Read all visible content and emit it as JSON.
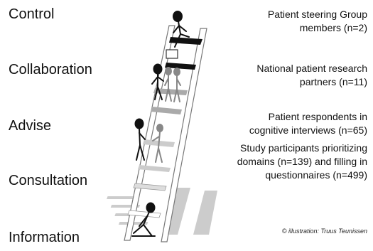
{
  "levels": [
    {
      "name": "Control",
      "description": [
        "Patient steering Group",
        "members (n=2)"
      ]
    },
    {
      "name": "Collaboration",
      "description": [
        "National patient research",
        "partners (n=11)"
      ]
    },
    {
      "name": "Advise",
      "description": [
        "Patient respondents in",
        "cognitive interviews (n=65)"
      ]
    },
    {
      "name": "Consultation",
      "description": [
        "Study participants prioritizing",
        "domains (n=139) and filling in",
        "questionnaires (n=499)"
      ]
    },
    {
      "name": "Information",
      "description": []
    }
  ],
  "credit": "© illustration: Truus Teunissen",
  "colors": {
    "text": "#111111",
    "rung_dark": "#111111",
    "rung_grey": "#aaaaaa",
    "shadow": "#cccccc"
  }
}
